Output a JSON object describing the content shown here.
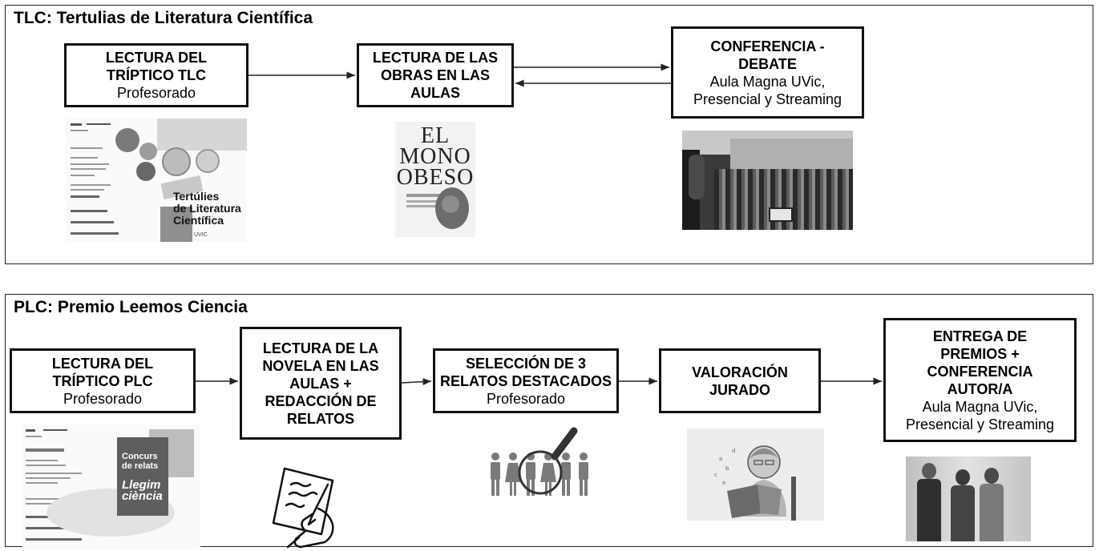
{
  "tlc": {
    "title": "TLC: Tertulias de Literatura Científica",
    "steps": [
      {
        "bold": "LECTURA DEL TRÍPTICO TLC",
        "normal": "Profesorado"
      },
      {
        "bold": "LECTURA DE LAS OBRAS EN LAS AULAS",
        "normal": ""
      },
      {
        "bold": "CONFERENCIA - DEBATE",
        "normal": "Aula Magna UVic, Presencial y Streaming"
      }
    ],
    "triptico": {
      "title_line1": "Tertúlies",
      "title_line2": "de Literatura",
      "title_line3": "Científica",
      "logo": "UVIC"
    },
    "book": {
      "line1": "EL",
      "line2": "MONO",
      "line3": "OBESO"
    }
  },
  "plc": {
    "title": "PLC: Premio Leemos Ciencia",
    "steps": [
      {
        "bold": "LECTURA DEL TRÍPTICO PLC",
        "normal": "Profesorado"
      },
      {
        "bold": "LECTURA DE LA NOVELA EN LAS AULAS + REDACCIÓN DE RELATOS",
        "normal": ""
      },
      {
        "bold": "SELECCIÓN DE 3 RELATOS DESTACADOS",
        "normal": "Profesorado"
      },
      {
        "bold": "VALORACIÓN JURADO",
        "normal": ""
      },
      {
        "bold": "ENTREGA DE PREMIOS + CONFERENCIA AUTOR/A",
        "normal": "Aula Magna UVic, Presencial y Streaming"
      }
    ],
    "triptico": {
      "line1": "Concurs",
      "line2": "de relats",
      "line3": "Llegim",
      "line4": "ciència"
    }
  },
  "colors": {
    "border": "#111111",
    "image_gray": "#9a9a9a"
  }
}
